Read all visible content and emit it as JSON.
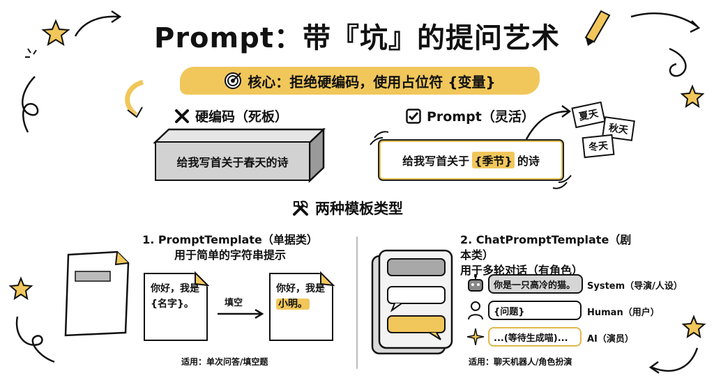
{
  "title": "Prompt：带『坑』的提问艺术",
  "core": {
    "text": "核心：拒绝硬编码，使用占位符 {变量}"
  },
  "hardcode": {
    "label": "硬编码（死板）",
    "text": "给我写首关于春天的诗"
  },
  "prompt": {
    "label": "Prompt（灵活）",
    "text_before": "给我写首关于",
    "placeholder": "{季节}",
    "text_after": "的诗"
  },
  "seasons": [
    "夏天",
    "秋天",
    "冬天"
  ],
  "types_heading": "两种模板类型",
  "left_type": {
    "title": "1. PromptTemplate（单据类）",
    "subtitle": "用于简单的字符串提示",
    "template_line1": "你好，我是",
    "template_line2": "{名字}。",
    "arrow_label": "填空",
    "filled_line1": "你好，我是",
    "filled_line2": "小明。",
    "caption": "适用：单次问答/填空题"
  },
  "right_type": {
    "title": "2. ChatPromptTemplate（剧本类）",
    "subtitle": "用于多轮对话（有角色）",
    "roles": [
      {
        "bubble": "你是一只高冷的猫。",
        "label": "System（导演/人设）",
        "icon": "robot-icon"
      },
      {
        "bubble": "{问题}",
        "label": "Human（用户）",
        "icon": "person-icon"
      },
      {
        "bubble": "...(等待生成喵)...",
        "label": "AI（演员）",
        "icon": "sparkle-icon"
      }
    ],
    "caption": "适用：聊天机器人/角色扮演"
  },
  "colors": {
    "accent_yellow": "#f1c75b",
    "ink": "#111111",
    "gray_box": "#d2d2d2"
  }
}
